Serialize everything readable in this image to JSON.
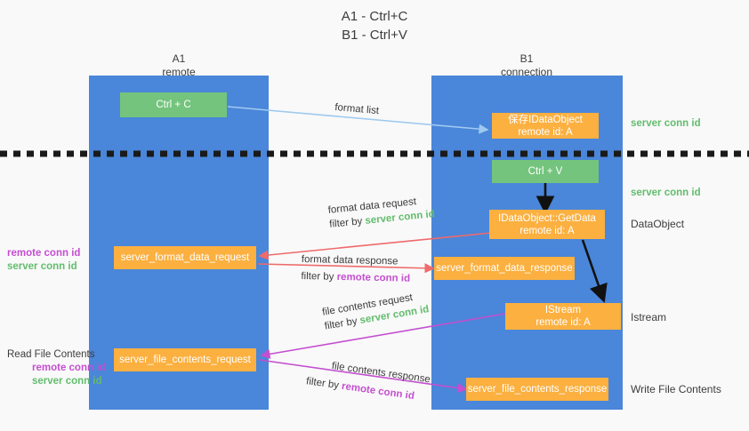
{
  "title": {
    "line1": "A1 - Ctrl+C",
    "line2": "B1 - Ctrl+V"
  },
  "colors": {
    "lane": "#4a86d9",
    "box_green": "#74c47d",
    "box_orange": "#fbb040",
    "server_conn_id": "#62bd6d",
    "remote_conn_id": "#c44fd0",
    "arrow_blue": "#9ec9f0",
    "arrow_red": "#ef6a6a",
    "arrow_purple": "#c44fd0",
    "arrow_black": "#000000",
    "background": "#f9f9f9"
  },
  "lanes": [
    {
      "name": "A1",
      "sub": "remote"
    },
    {
      "name": "B1",
      "sub": "connection"
    }
  ],
  "boxes": {
    "ctrl_c": {
      "label": "Ctrl + C"
    },
    "ctrl_v": {
      "label": "Ctrl + V"
    },
    "save_idataobject": {
      "line1": "保存IDataObject",
      "line2": "remote id: A"
    },
    "getdata": {
      "line1": "IDataObject::GetData",
      "line2": "remote id: A"
    },
    "istream": {
      "line1": "IStream",
      "line2": "remote id: A"
    },
    "server_format_data_request": {
      "label": "server_format_data_request"
    },
    "server_format_data_response": {
      "label": "server_format_data_response"
    },
    "server_file_contents_request": {
      "label": "server_file_contents_request"
    },
    "server_file_contents_response": {
      "label": "server_file_contents_response"
    }
  },
  "arrow_labels": {
    "format_list": "format list",
    "format_data_request": "format data request",
    "format_data_request_filter_prefix": "filter by ",
    "format_data_request_filter_value": "server conn id",
    "format_data_response": "format data response",
    "format_data_response_filter_prefix": "filter by ",
    "format_data_response_filter_value": "remote conn id",
    "file_contents_request": "file contents request",
    "file_contents_request_filter_prefix": "filter by ",
    "file_contents_request_filter_value": "server conn id",
    "file_contents_response": "file contents response",
    "file_contents_response_filter_prefix": "filter by ",
    "file_contents_response_filter_value": "remote conn id"
  },
  "right_labels": {
    "server_conn_id_top": "server conn id",
    "server_conn_id_mid": "server conn id",
    "dataobject": "DataObject",
    "istream": "Istream",
    "write_file_contents": "Write File Contents"
  },
  "left_labels": {
    "remote_conn_id_1": "remote conn id",
    "server_conn_id_1": "server conn id",
    "read_file_contents": "Read File Contents",
    "remote_conn_id_2": "remote conn id",
    "server_conn_id_2": "server conn id"
  }
}
